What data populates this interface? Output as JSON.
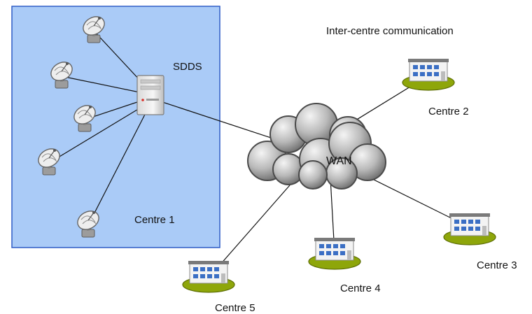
{
  "title": "Inter-centre communication",
  "zone": {
    "label": "Centre 1",
    "fill": "#aacbf7",
    "stroke": "#2e5cc6"
  },
  "server": {
    "label": "SDDS",
    "icon": "server-icon"
  },
  "wan": {
    "label": "WAN",
    "icon": "cloud-icon"
  },
  "antennas": [
    {
      "icon": "satellite-dish-icon"
    },
    {
      "icon": "satellite-dish-icon"
    },
    {
      "icon": "satellite-dish-icon"
    },
    {
      "icon": "satellite-dish-icon"
    },
    {
      "icon": "satellite-dish-icon"
    }
  ],
  "centres": [
    {
      "label": "Centre 2",
      "icon": "building-icon"
    },
    {
      "label": "Centre 3",
      "icon": "building-icon"
    },
    {
      "label": "Centre 4",
      "icon": "building-icon"
    },
    {
      "label": "Centre 5",
      "icon": "building-icon"
    }
  ],
  "colors": {
    "grass": "#8ea60a",
    "building_roof": "#7a7a7a",
    "window": "#3b6fc4",
    "cloud": "#9a9a9a"
  }
}
